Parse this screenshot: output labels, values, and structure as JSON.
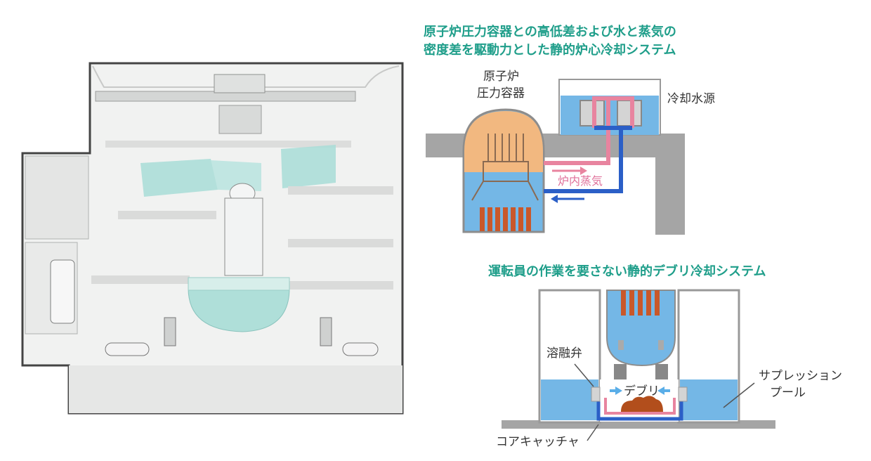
{
  "titles": {
    "top_line1": "原子炉圧力容器との高低差および水と蒸気の",
    "top_line2": "密度差を駆動力とした静的炉心冷却システム",
    "bottom": "運転員の作業を要さない静的デブリ冷却システム"
  },
  "labels": {
    "vessel_line1": "原子炉",
    "vessel_line2": "圧力容器",
    "coolant_source": "冷却水源",
    "steam": "炉内蒸気",
    "melt_valve": "溶融弁",
    "debris": "デブリ",
    "suppression_line1": "サプレッション",
    "suppression_line2": "プール",
    "core_catcher": "コアキャッチャ"
  },
  "colors": {
    "title": "#1f9e8a",
    "water": "#74b7e6",
    "core_orange": "#f2b880",
    "fuel_rods": "#c9582a",
    "hot_pipe": "#e8849f",
    "cold_pipe": "#2b5fc7",
    "concrete": "#a5a5a5",
    "teal_pool": "#a8ddd7"
  }
}
